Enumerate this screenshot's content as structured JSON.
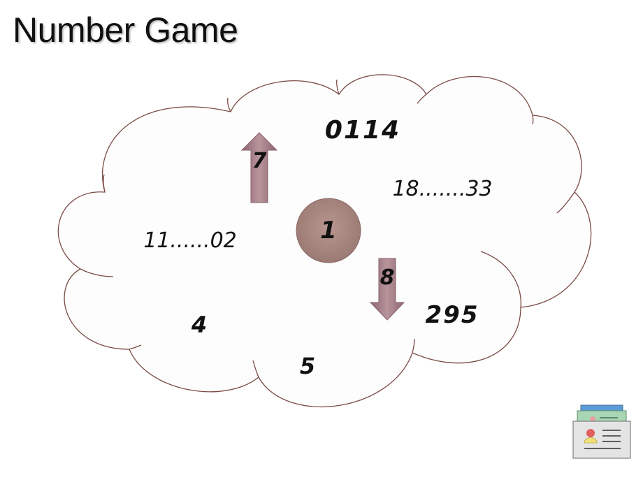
{
  "title": "Number Game",
  "center_number": "1",
  "arrow_up_label": "7",
  "arrow_down_label": "8",
  "cloud_numbers": {
    "top": "0114",
    "right": "18.......33",
    "left": "11......02",
    "bottom_left": "4",
    "bottom": "5",
    "bottom_right": "295"
  },
  "colors": {
    "cloud_outline": "#7a4a44",
    "arrow_fill": "#a07a82",
    "circle_fill": "#a8847e"
  },
  "corner_icon": "contact-cards-icon"
}
